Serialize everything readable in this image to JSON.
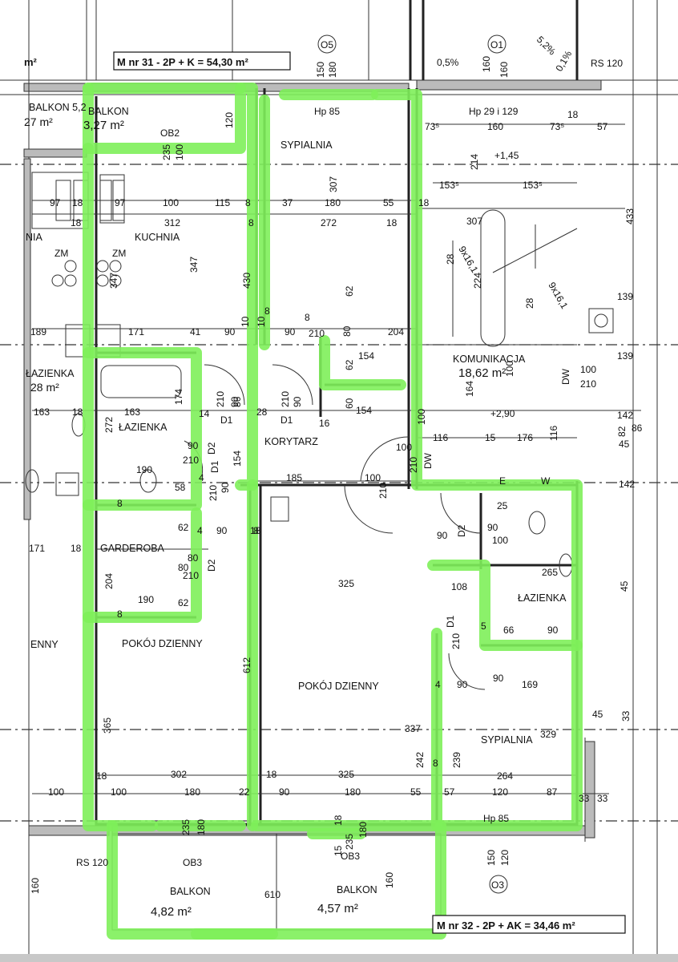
{
  "titles": {
    "flat_31": "M nr 31 - 2P + K = 54,30 m²",
    "flat_32": "M nr 32 - 2P + AK = 34,46 m²",
    "corner_unit": "m²"
  },
  "axes": [
    "O5",
    "O1",
    "O3"
  ],
  "rooms": [
    {
      "id": "balkon-left",
      "label": "BALKON 5,2",
      "area": "27 m²"
    },
    {
      "id": "balkon-top",
      "label": "BALKON",
      "area": "3,27 m²"
    },
    {
      "id": "sypialnia-top",
      "label": "SYPIALNIA"
    },
    {
      "id": "kuchnia",
      "label": "KUCHNIA"
    },
    {
      "id": "kuchnia-left",
      "label": "NIA"
    },
    {
      "id": "komunikacja",
      "label": "KOMUNIKACJA",
      "area": "18,62 m²"
    },
    {
      "id": "lazienka-left",
      "label": "ŁAZIENKA",
      "area": "28 m²"
    },
    {
      "id": "lazienka",
      "label": "ŁAZIENKA"
    },
    {
      "id": "korytarz",
      "label": "KORYTARZ"
    },
    {
      "id": "garderoba",
      "label": "GARDEROBA"
    },
    {
      "id": "pokoj-dzienny-1",
      "label": "POKÓJ DZIENNY"
    },
    {
      "id": "pokoj-dzienny-left",
      "label": "ENNY"
    },
    {
      "id": "pokoj-dzienny-2",
      "label": "POKÓJ DZIENNY"
    },
    {
      "id": "lazienka-right",
      "label": "ŁAZIENKA"
    },
    {
      "id": "sypialnia-right",
      "label": "SYPIALNIA"
    },
    {
      "id": "balkon-bottom-1",
      "label": "BALKON",
      "area": "4,82 m²"
    },
    {
      "id": "balkon-bottom-2",
      "label": "BALKON",
      "area": "4,57 m²"
    }
  ],
  "codes": [
    "OB2",
    "OB3",
    "OB3",
    "RS 120",
    "RS 120",
    "Hp 85",
    "Hp 29 i 129",
    "Hp 85",
    "ZM",
    "ZM",
    "D1",
    "D1",
    "D1",
    "D2",
    "D2",
    "D2",
    "D1",
    "DW",
    "DW",
    "E",
    "W",
    "+1,45",
    "+2,90"
  ],
  "dims": [
    {
      "t": "150"
    },
    {
      "t": "180"
    },
    {
      "t": "160"
    },
    {
      "t": "160"
    },
    {
      "t": "0,5%"
    },
    {
      "t": "5,2%"
    },
    {
      "t": "0,1%"
    },
    {
      "t": "120"
    },
    {
      "t": "100"
    },
    {
      "t": "235"
    },
    {
      "t": "73⁵"
    },
    {
      "t": "160"
    },
    {
      "t": "73⁵"
    },
    {
      "t": "57"
    },
    {
      "t": "18"
    },
    {
      "t": "214"
    },
    {
      "t": "153⁵"
    },
    {
      "t": "153⁵"
    },
    {
      "t": "307"
    },
    {
      "t": "97"
    },
    {
      "t": "18"
    },
    {
      "t": "97"
    },
    {
      "t": "100"
    },
    {
      "t": "115"
    },
    {
      "t": "8"
    },
    {
      "t": "37"
    },
    {
      "t": "180"
    },
    {
      "t": "55"
    },
    {
      "t": "18"
    },
    {
      "t": "18"
    },
    {
      "t": "312"
    },
    {
      "t": "8"
    },
    {
      "t": "272"
    },
    {
      "t": "18"
    },
    {
      "t": "307"
    },
    {
      "t": "433"
    },
    {
      "t": "9x16,1"
    },
    {
      "t": "28"
    },
    {
      "t": "224"
    },
    {
      "t": "28"
    },
    {
      "t": "9x16,1"
    },
    {
      "t": "139"
    },
    {
      "t": "347"
    },
    {
      "t": "347"
    },
    {
      "t": "430"
    },
    {
      "t": "62"
    },
    {
      "t": "189"
    },
    {
      "t": "171"
    },
    {
      "t": "41"
    },
    {
      "t": "90"
    },
    {
      "t": "10"
    },
    {
      "t": "10"
    },
    {
      "t": "8"
    },
    {
      "t": "90"
    },
    {
      "t": "8"
    },
    {
      "t": "210"
    },
    {
      "t": "80"
    },
    {
      "t": "204"
    },
    {
      "t": "154"
    },
    {
      "t": "62"
    },
    {
      "t": "164"
    },
    {
      "t": "100"
    },
    {
      "t": "100"
    },
    {
      "t": "210"
    },
    {
      "t": "139"
    },
    {
      "t": "174"
    },
    {
      "t": "210"
    },
    {
      "t": "90"
    },
    {
      "t": "86"
    },
    {
      "t": "28"
    },
    {
      "t": "210"
    },
    {
      "t": "90"
    },
    {
      "t": "60"
    },
    {
      "t": "154"
    },
    {
      "t": "163"
    },
    {
      "t": "18"
    },
    {
      "t": "163"
    },
    {
      "t": "14"
    },
    {
      "t": "16"
    },
    {
      "t": "100"
    },
    {
      "t": "142"
    },
    {
      "t": "82"
    },
    {
      "t": "272"
    },
    {
      "t": "90"
    },
    {
      "t": "210"
    },
    {
      "t": "154"
    },
    {
      "t": "116"
    },
    {
      "t": "15"
    },
    {
      "t": "176"
    },
    {
      "t": "116"
    },
    {
      "t": "100"
    },
    {
      "t": "210"
    },
    {
      "t": "45"
    },
    {
      "t": "86"
    },
    {
      "t": "190"
    },
    {
      "t": "58"
    },
    {
      "t": "4"
    },
    {
      "t": "90"
    },
    {
      "t": "210"
    },
    {
      "t": "185"
    },
    {
      "t": "100"
    },
    {
      "t": "210"
    },
    {
      "t": "142"
    },
    {
      "t": "8"
    },
    {
      "t": "25"
    },
    {
      "t": "62"
    },
    {
      "t": "4"
    },
    {
      "t": "90"
    },
    {
      "t": "18"
    },
    {
      "t": "8"
    },
    {
      "t": "90"
    },
    {
      "t": "90"
    },
    {
      "t": "100"
    },
    {
      "t": "171"
    },
    {
      "t": "18"
    },
    {
      "t": "80"
    },
    {
      "t": "80"
    },
    {
      "t": "210"
    },
    {
      "t": "204"
    },
    {
      "t": "190"
    },
    {
      "t": "62"
    },
    {
      "t": "325"
    },
    {
      "t": "108"
    },
    {
      "t": "265"
    },
    {
      "t": "45"
    },
    {
      "t": "8"
    },
    {
      "t": "612"
    },
    {
      "t": "5"
    },
    {
      "t": "66"
    },
    {
      "t": "90"
    },
    {
      "t": "90"
    },
    {
      "t": "210"
    },
    {
      "t": "4"
    },
    {
      "t": "90"
    },
    {
      "t": "169"
    },
    {
      "t": "365"
    },
    {
      "t": "337"
    },
    {
      "t": "45"
    },
    {
      "t": "242"
    },
    {
      "t": "239"
    },
    {
      "t": "329"
    },
    {
      "t": "33"
    },
    {
      "t": "18"
    },
    {
      "t": "302"
    },
    {
      "t": "18"
    },
    {
      "t": "325"
    },
    {
      "t": "8"
    },
    {
      "t": "264"
    },
    {
      "t": "100"
    },
    {
      "t": "100"
    },
    {
      "t": "180"
    },
    {
      "t": "22"
    },
    {
      "t": "90"
    },
    {
      "t": "180"
    },
    {
      "t": "55"
    },
    {
      "t": "57"
    },
    {
      "t": "120"
    },
    {
      "t": "87"
    },
    {
      "t": "33"
    },
    {
      "t": "33"
    },
    {
      "t": "235"
    },
    {
      "t": "180"
    },
    {
      "t": "18"
    },
    {
      "t": "235"
    },
    {
      "t": "15"
    },
    {
      "t": "180"
    },
    {
      "t": "150"
    },
    {
      "t": "120"
    },
    {
      "t": "160"
    },
    {
      "t": "610"
    },
    {
      "t": "160"
    }
  ]
}
